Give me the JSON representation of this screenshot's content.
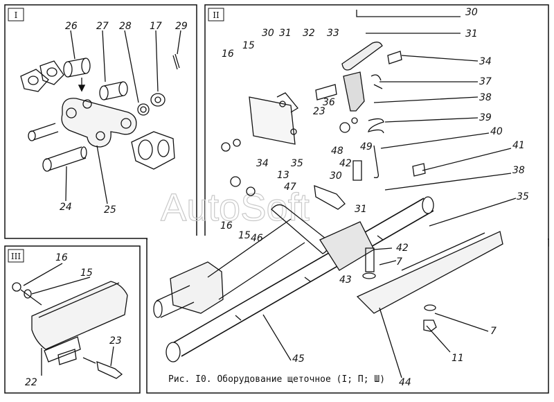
{
  "panels": [
    {
      "roman": "I",
      "labels": [
        "26",
        "27",
        "28",
        "17",
        "29",
        "24",
        "25"
      ]
    },
    {
      "roman": "II",
      "labels": [
        "30",
        "30",
        "31",
        "32",
        "33",
        "31",
        "34",
        "16",
        "15",
        "37",
        "23",
        "36",
        "38",
        "39",
        "48",
        "49",
        "35",
        "34",
        "40",
        "42",
        "41",
        "13",
        "30",
        "47",
        "38",
        "16",
        "15",
        "46",
        "31",
        "35",
        "42",
        "7",
        "43",
        "45",
        "44",
        "7",
        "11"
      ]
    },
    {
      "roman": "III",
      "labels": [
        "16",
        "15",
        "23",
        "22"
      ]
    }
  ],
  "watermark": "AutoSoft",
  "caption": "Рис. I0. Оборудование щеточное (I; П; Ш)"
}
